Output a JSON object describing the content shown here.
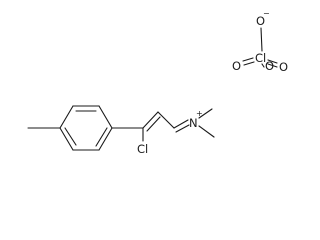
{
  "structure": {
    "cation": {
      "substituent_label": "Cl",
      "nitrogen_label": "N",
      "nitrogen_charge": "+"
    },
    "anion": {
      "center_label": "Cl",
      "oxygen_labels": [
        "O",
        "O",
        "O",
        "O"
      ],
      "oxygen_charge": "−"
    }
  }
}
